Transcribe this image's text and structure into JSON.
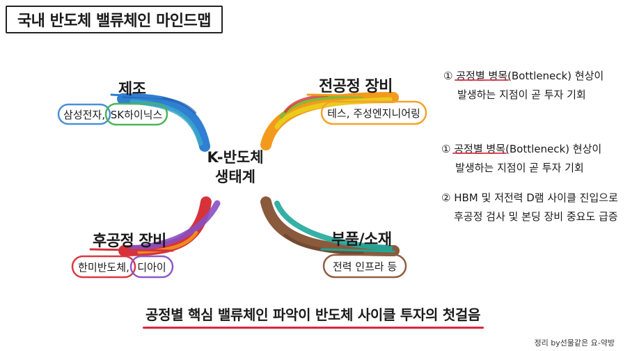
{
  "title": "국내 반도체 밸류체인 마인드맵",
  "center": {
    "line1": "K-반도체",
    "line2": "생태계"
  },
  "branches": [
    {
      "id": "manufacture",
      "label": "제조",
      "companies": [
        "삼성전자,",
        "SK하이닉스"
      ],
      "color": "#2f7fd3",
      "color2": "#3aa7c9",
      "pill_colors": [
        "#4a8fd8",
        "#4bb35a"
      ]
    },
    {
      "id": "front-equipment",
      "label": "전공정 장비",
      "companies": [
        "테스, 주성엔지니어링"
      ],
      "color": "#f39a1c",
      "color2": "#e8d21c",
      "pill_colors": [
        "#f4a32a"
      ]
    },
    {
      "id": "back-equipment",
      "label": "후공정 장비",
      "companies": [
        "한미반도체,",
        "디아이"
      ],
      "color": "#d7323a",
      "color2": "#8a4fc2",
      "pill_colors": [
        "#d83a44",
        "#8d59c8"
      ]
    },
    {
      "id": "parts",
      "label": "부품/소재",
      "companies": [
        "전력 인프라 등"
      ],
      "color": "#8a5a3c",
      "color2": "#1fa79a",
      "pill_colors": [
        "#8f5f43"
      ]
    }
  ],
  "notes_top": {
    "num": "①",
    "line1_highlight": "공정별 병목",
    "line1_rest": "(Bottleneck) 현상이",
    "line2": "발생하는 지점이 곧 투자 기회"
  },
  "notes_list": [
    {
      "num": "①",
      "line1_highlight": "공정별 병목",
      "line1_rest": "(Bottleneck) 현상이",
      "line2": "발생하는 지점이 곧 투자 기회"
    },
    {
      "num": "②",
      "line1_highlight": "",
      "line1_rest": "HBM 및 저전력 D램 사이클 진입으로",
      "line2": "후공정 검사 및 본딩 장비 중요도 급증"
    }
  ],
  "footer": "공정별 핵심 밸류체인 파악이 반도체 사이클 투자의 첫걸음",
  "credit": "정리 by선물같은 요-약방"
}
